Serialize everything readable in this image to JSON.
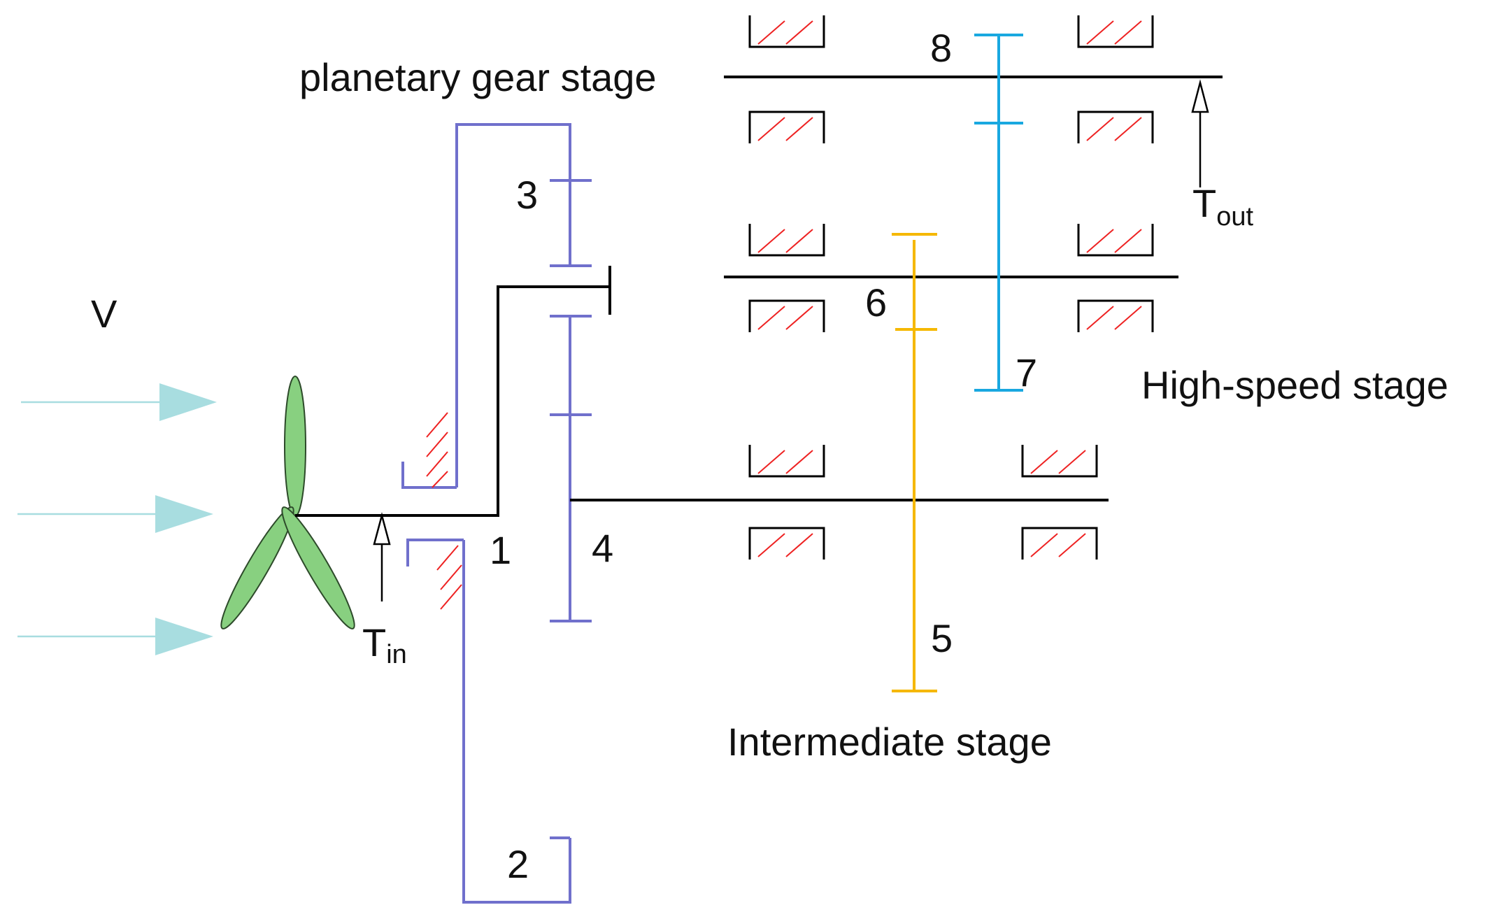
{
  "labels": {
    "planetary": "planetary gear stage",
    "high_speed": "High-speed stage",
    "intermediate": "Intermediate stage",
    "wind": "V",
    "torque_in_main": "T",
    "torque_in_sub": "in",
    "torque_out_main": "T",
    "torque_out_sub": "out"
  },
  "gear_numbers": {
    "g1": "1",
    "g2": "2",
    "g3": "3",
    "g4": "4",
    "g5": "5",
    "g6": "6",
    "g7": "7",
    "g8": "8"
  },
  "colors": {
    "planetary": "#7070cc",
    "intermediate": "#f5b800",
    "high_speed": "#19a8e0",
    "shaft": "#000000",
    "hatch": "#ee2222",
    "wind_arrow": "#a8dde0",
    "blade": "#88d080"
  }
}
